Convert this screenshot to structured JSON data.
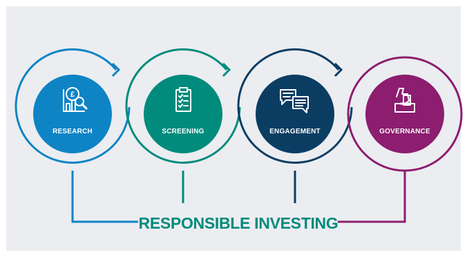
{
  "title": "RESPONSIBLE INVESTING",
  "colors": {
    "background": "#ebedf1",
    "research": "#0e84c5",
    "screening": "#008b7c",
    "engagement": "#0b3d63",
    "governance": "#8c1d6f",
    "title": "#008b7c"
  },
  "steps": [
    {
      "label": "RESEARCH",
      "icon": "pound-search-chart-icon",
      "color": "#0e84c5"
    },
    {
      "label": "SCREENING",
      "icon": "clipboard-checklist-icon",
      "color": "#008b7c"
    },
    {
      "label": "ENGAGEMENT",
      "icon": "speech-bubbles-icon",
      "color": "#0b3d63"
    },
    {
      "label": "GOVERNANCE",
      "icon": "ballot-box-icon",
      "color": "#8c1d6f"
    }
  ]
}
